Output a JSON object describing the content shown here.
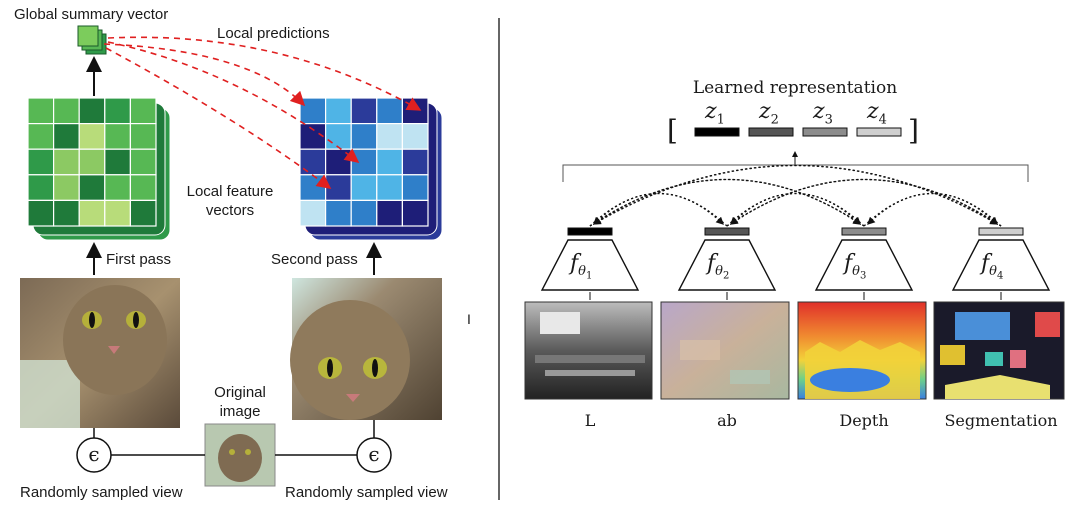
{
  "left": {
    "global_label": "Global summary vector",
    "local_predictions": "Local predictions",
    "local_feature_line1": "Local feature",
    "local_feature_line2": "vectors",
    "first_pass": "First pass",
    "second_pass": "Second pass",
    "original_line1": "Original",
    "original_line2": "image",
    "rand_left": "Randomly sampled view",
    "rand_right": "Randomly sampled view",
    "epsilon": "ϵ",
    "green_palette": [
      "#1f7a3a",
      "#2f9a49",
      "#57b854",
      "#8cc963",
      "#b8dc7a"
    ],
    "blue_palette": [
      "#1e1e78",
      "#2b3b9a",
      "#2f7fc9",
      "#4fb4e6",
      "#bfe3f2"
    ]
  },
  "right": {
    "title": "Learned representation",
    "z": [
      {
        "letter": "z",
        "sub": "1",
        "color": "#000000"
      },
      {
        "letter": "z",
        "sub": "2",
        "color": "#555555"
      },
      {
        "letter": "z",
        "sub": "3",
        "color": "#8c8c8c"
      },
      {
        "letter": "z",
        "sub": "4",
        "color": "#cfcfcf"
      }
    ],
    "bracket_open": "[",
    "bracket_close": "]",
    "encoders": [
      {
        "f": "f",
        "sub": "θ",
        "idx": "1",
        "label": "L"
      },
      {
        "f": "f",
        "sub": "θ",
        "idx": "2",
        "label": "ab"
      },
      {
        "f": "f",
        "sub": "θ",
        "idx": "3",
        "label": "Depth"
      },
      {
        "f": "f",
        "sub": "θ",
        "idx": "4",
        "label": "Segmentation"
      }
    ]
  },
  "stray_mark": "I"
}
